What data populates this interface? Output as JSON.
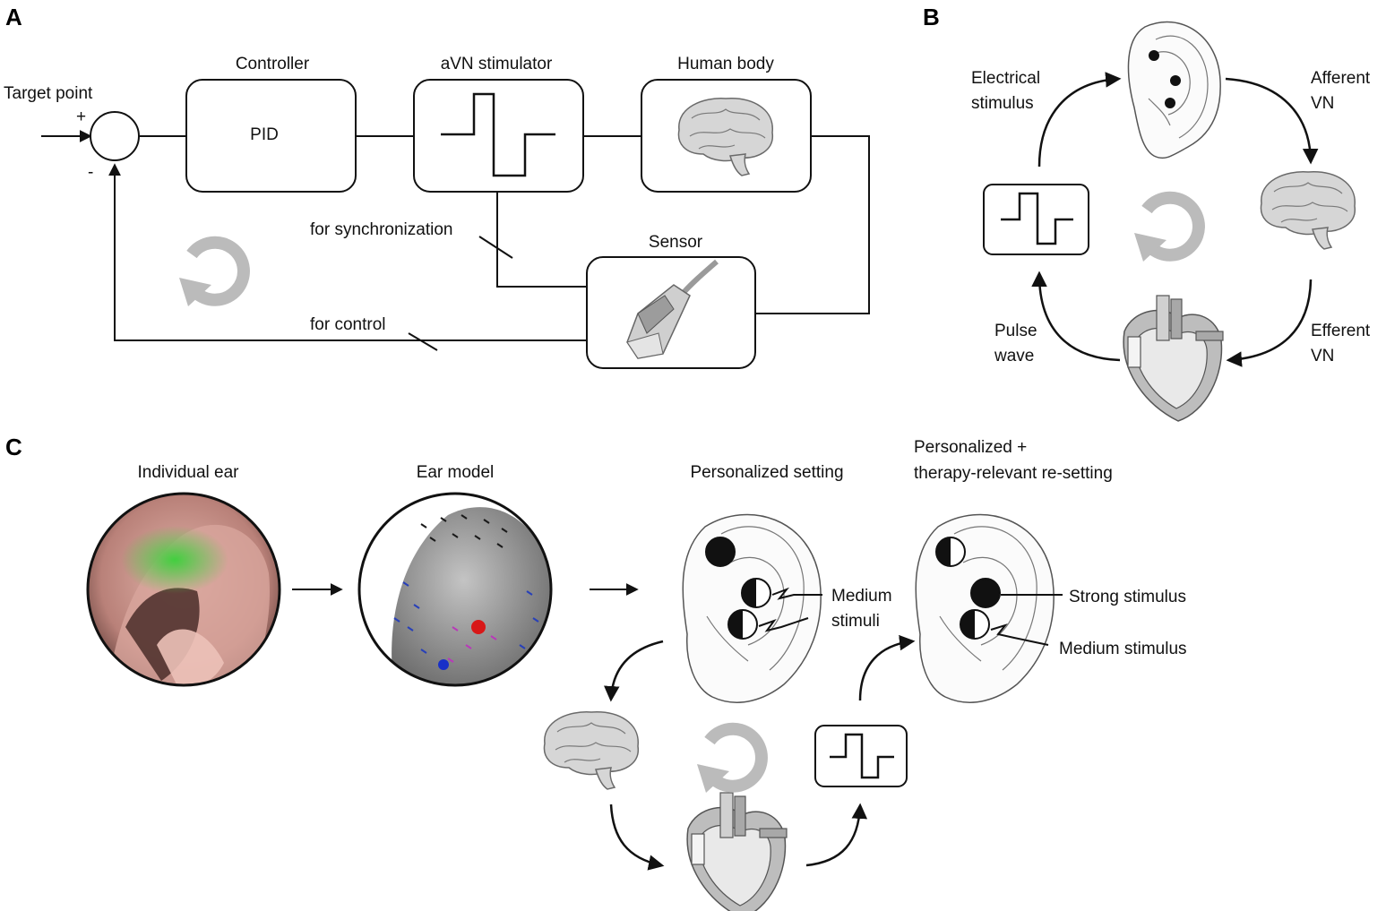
{
  "panels": {
    "a": "A",
    "b": "B",
    "c": "C"
  },
  "panel_a": {
    "target_point": "Target point",
    "plus": "+",
    "minus": "-",
    "controller_title": "Controller",
    "controller_body": "PID",
    "stimulator_title": "aVN stimulator",
    "human_body_title": "Human body",
    "sensor_title": "Sensor",
    "sync_label": "for synchronization",
    "control_label": "for control"
  },
  "panel_b": {
    "electrical_line1": "Electrical",
    "electrical_line2": "stimulus",
    "afferent_line1": "Afferent",
    "afferent_line2": "VN",
    "efferent_line1": "Efferent",
    "efferent_line2": "VN",
    "pulse_line1": "Pulse",
    "pulse_line2": "wave"
  },
  "panel_c": {
    "individual_ear": "Individual ear",
    "ear_model": "Ear model",
    "personalized_setting": "Personalized setting",
    "resetting_line1": "Personalized +",
    "resetting_line2": "therapy-relevant re-setting",
    "medium_line1": "Medium",
    "medium_line2": "stimuli",
    "strong_stimulus": "Strong stimulus",
    "medium_stimulus": "Medium stimulus"
  },
  "colors": {
    "line": "#111111",
    "cycle_arrow": "#bbbbbb",
    "skin": "#c8938c",
    "heatmap": "#3ad13a",
    "model_surface": "#9a9a9a",
    "electrode_red": "#d81818",
    "electrode_blue": "#1830c8"
  },
  "icons": [
    "brain-icon",
    "heart-icon",
    "ear-icon",
    "pulse-sensor-icon",
    "biphasic-pulse-icon",
    "cycle-arrow-icon"
  ]
}
